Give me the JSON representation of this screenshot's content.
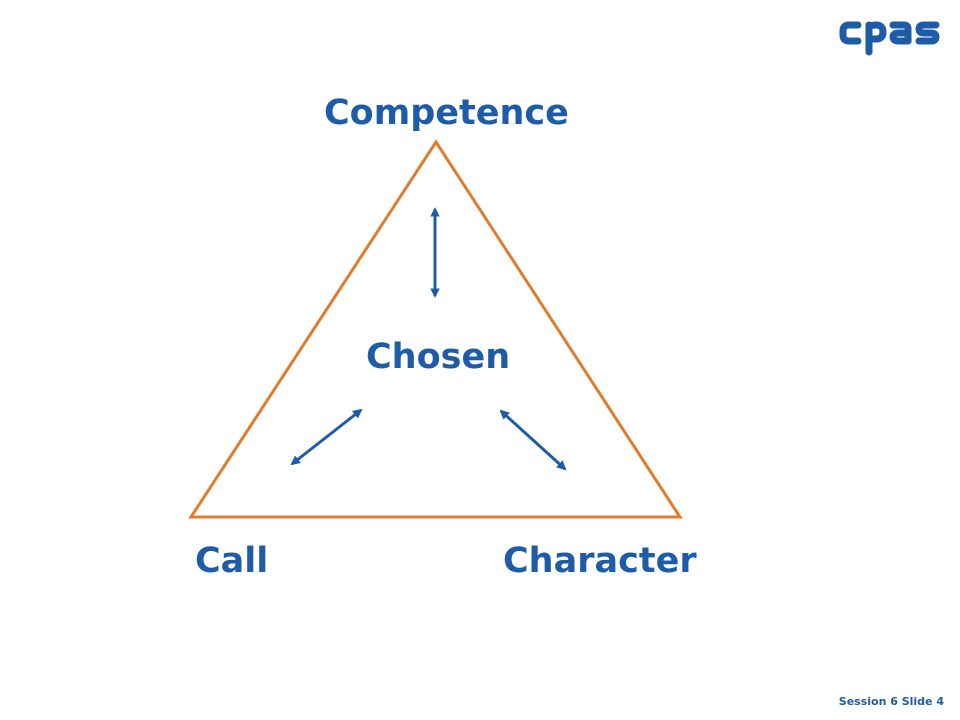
{
  "colors": {
    "accent_blue": "#1f5ca8",
    "triangle_orange": "#e07c2e",
    "footer_blue": "#1f5ca8"
  },
  "logo": {
    "text": "cpas",
    "icon": "cpas-logo"
  },
  "diagram": {
    "top": "Competence",
    "center": "Chosen",
    "bottom_left": "Call",
    "bottom_right": "Character"
  },
  "footer": {
    "text": "Session 6 Slide 4"
  }
}
